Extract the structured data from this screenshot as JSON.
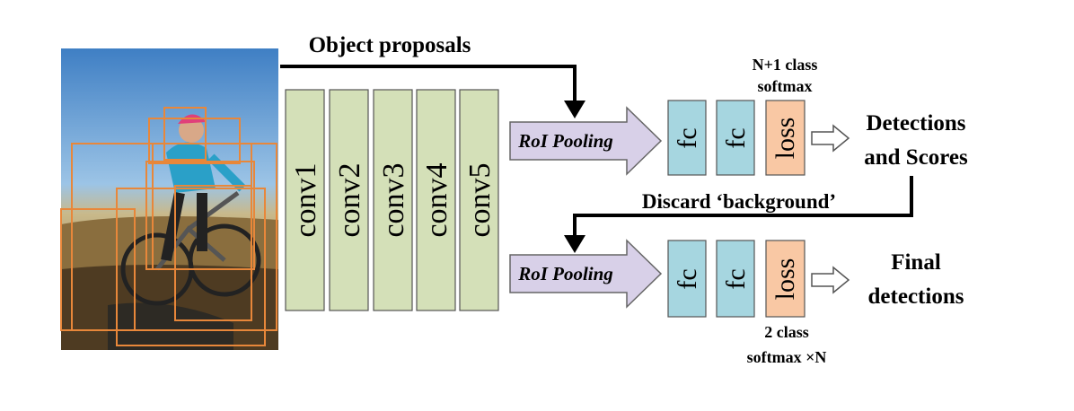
{
  "input_image": {
    "description_icon": "cyclist-photo"
  },
  "proposals_label": "Object proposals",
  "conv_layers": [
    "conv1",
    "conv2",
    "conv3",
    "conv4",
    "conv5"
  ],
  "stage1": {
    "roi_label": "RoI Pooling",
    "fc1": "fc",
    "fc2": "fc",
    "loss": "loss",
    "softmax_line1": "N+1 class",
    "softmax_line2": "softmax",
    "output_line1": "Detections",
    "output_line2": "and Scores"
  },
  "discard_label": "Discard ‘background’",
  "stage2": {
    "roi_label": "RoI Pooling",
    "fc1": "fc",
    "fc2": "fc",
    "loss": "loss",
    "softmax_line1": "2 class",
    "softmax_line2": "softmax ×N",
    "output_line1": "Final",
    "output_line2": "detections"
  },
  "colors": {
    "conv_fill": "#d4e0b8",
    "fc_fill": "#a6d6e0",
    "loss_fill": "#f9c8a4",
    "roi_fill": "#d8d0e8",
    "box_stroke": "#e8873a"
  }
}
